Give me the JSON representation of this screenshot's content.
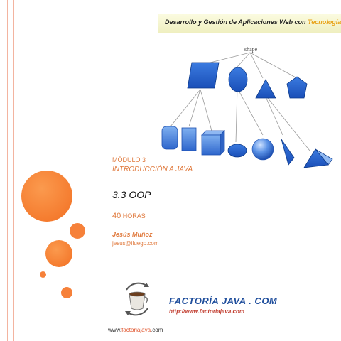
{
  "header": {
    "title_prefix": "Desarrollo y Gestión de Aplicaciones Web con",
    "title_highlight": "Tecnología Java"
  },
  "diagram": {
    "root_label": "shape"
  },
  "slide": {
    "module": "MÓDULO 3",
    "section": "INTRODUCCIÓN A JAVA",
    "topic": "3.3 OOP",
    "hours_value": "40",
    "hours_unit": "HORAS",
    "author": "Jesús Muñoz",
    "email": "jesus@iluego.com"
  },
  "brand": {
    "name": "FACTORÍA JAVA . COM",
    "url": "http://www.factoriajava.com"
  },
  "footer": {
    "url_prefix": "www.",
    "url_highlight": "factoriajava",
    "url_suffix": ".com"
  },
  "colors": {
    "accent_orange": "#f58a3c",
    "brand_blue": "#1f4e9c",
    "shape_blue": "#1e5bc6"
  }
}
